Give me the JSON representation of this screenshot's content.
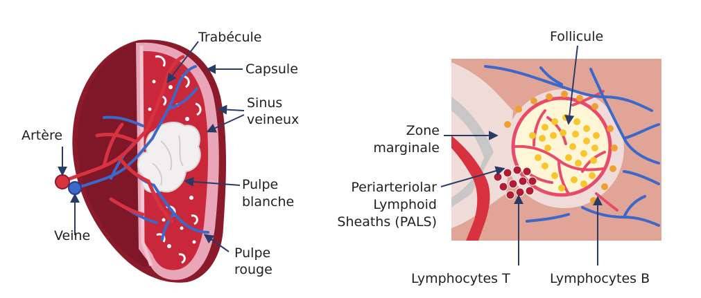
{
  "spleen_labels": {
    "trabecule": "Trabécule",
    "capsule": "Capsule",
    "sinus_veineux": [
      "Sinus",
      "veineux"
    ],
    "artere": "Artère",
    "veine": "Veine",
    "pulpe_blanche": [
      "Pulpe",
      "blanche"
    ],
    "pulpe_rouge": [
      "Pulpe",
      "rouge"
    ]
  },
  "detail_labels": {
    "follicule": "Follicule",
    "zone_marginale": [
      "Zone",
      "marginale"
    ],
    "pals": [
      "Periarteriolar",
      "Lymphoid",
      "Sheaths (PALS)"
    ],
    "lymphocytes_t": "Lymphocytes T",
    "lymphocytes_b": "Lymphocytes B"
  },
  "colors": {
    "capsule_dark": "#8b1a2b",
    "red_pulp": "#c8283a",
    "capsule_pink": "#e9a6b8",
    "white_pulp": "#f1efef",
    "vein_blue": "#3b68c9",
    "artery_red": "#d83240",
    "lymphocyte_yellow": "#f7c62b",
    "lymphocyte_orange": "#f0a030",
    "detail_background": "#e0a597",
    "leader_line": "#2a3a66"
  }
}
